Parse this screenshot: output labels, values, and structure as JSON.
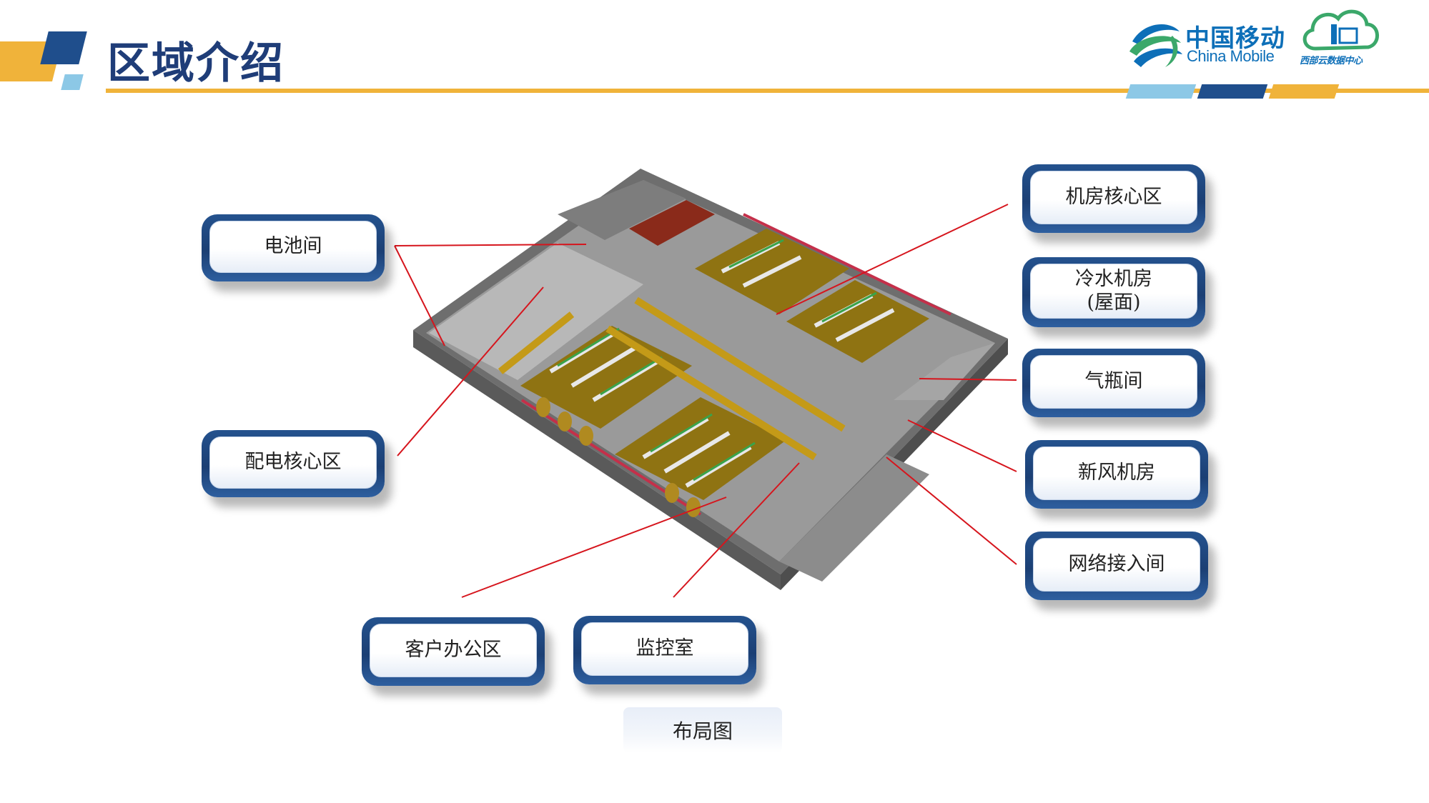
{
  "colors": {
    "title": "#1f3d78",
    "gold": "#f0b33a",
    "navy": "#1f4e8c",
    "sky": "#8cc8e6",
    "china_mobile_blue": "#0d6fb8",
    "china_mobile_green": "#3ba86a",
    "leader_line": "#d6151d",
    "floor_gold": "#8f7312",
    "wall_gray": "#8a8a8a"
  },
  "header": {
    "title": "区域介绍",
    "brand_cn": "中国移动",
    "brand_en": "China Mobile",
    "logo2_text": "西部云数据中心",
    "logo_icons": [
      "china-mobile-swirl-icon",
      "cloud-data-center-icon"
    ]
  },
  "labels": {
    "battery_room": "电池间",
    "power_core": "配电核心区",
    "machine_core": "机房核心区",
    "chiller_line1": "冷水机房",
    "chiller_line2": "(屋面)",
    "gas_bottle": "气瓶间",
    "fresh_air": "新风机房",
    "network_access": "网络接入间",
    "customer_office": "客户办公区",
    "monitor_room": "监控室"
  },
  "diagram": {
    "image": "isometric-data-center-floor-plan",
    "caption": "布局图"
  }
}
